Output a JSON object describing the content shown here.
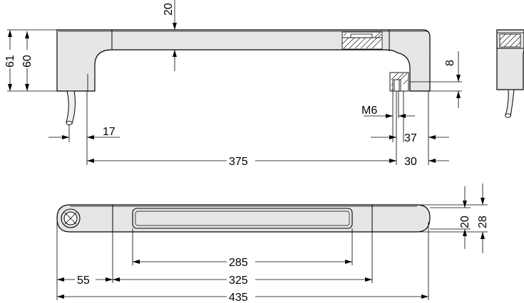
{
  "drawing": {
    "top_view": {
      "overall_height": "61",
      "grip_height": "60",
      "grip_thickness": "20",
      "thread_length": "8",
      "thread_size": "M6",
      "leg_offset": "17",
      "center_distance": "375",
      "end_offset": "37",
      "end_width": "30"
    },
    "bottom_view": {
      "slot_length": "285",
      "pad_length": "325",
      "overall_length": "435",
      "end_length": "55",
      "inner_width": "20",
      "outer_width": "28"
    }
  }
}
